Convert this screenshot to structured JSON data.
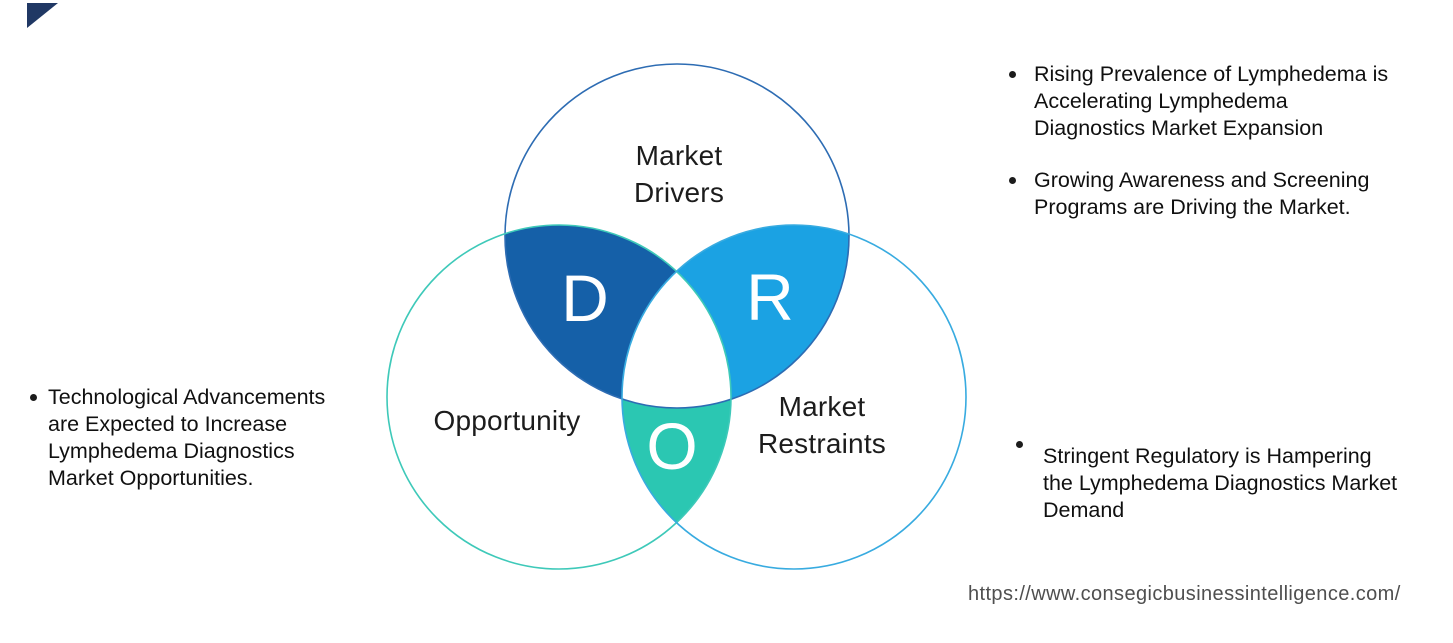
{
  "page": {
    "background": "#ffffff"
  },
  "decoration": {
    "corner_triangle_color": "#203864"
  },
  "venn": {
    "letter_color": "#ffffff",
    "drivers": {
      "label_line1": "Market",
      "label_line2": "Drivers",
      "letter": "D",
      "outline_color": "#2d6cb3",
      "petal_fill": "#1560a8"
    },
    "restraints": {
      "label_line1": "Market",
      "label_line2": "Restraints",
      "letter": "R",
      "outline_color": "#38abe0",
      "petal_fill": "#1ba2e3"
    },
    "opportunity": {
      "label": "Opportunity",
      "letter": "O",
      "outline_color": "#3ec9b9",
      "petal_fill": "#2bc7b2"
    }
  },
  "bullets": {
    "left": [
      {
        "lines": [
          "Technological Advancements",
          "are Expected to Increase",
          "Lymphedema Diagnostics",
          "Market Opportunities."
        ]
      }
    ],
    "right": [
      {
        "lines": [
          "Rising Prevalence of Lymphedema is",
          "Accelerating Lymphedema",
          "Diagnostics Market Expansion"
        ]
      },
      {
        "lines": [
          "Growing Awareness and Screening",
          "Programs are Driving the Market."
        ]
      },
      {
        "lines": [
          "Stringent Regulatory is Hampering",
          "the Lymphedema Diagnostics Market",
          "Demand"
        ]
      }
    ]
  },
  "footer": {
    "url": "https://www.consegicbusinessintelligence.com/"
  }
}
